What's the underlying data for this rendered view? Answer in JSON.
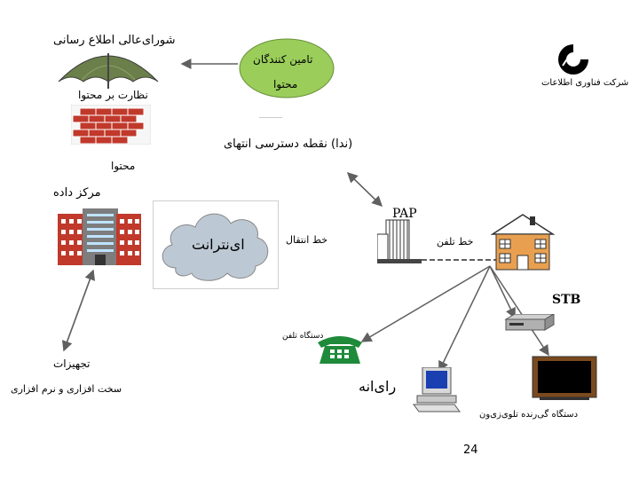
{
  "labels": {
    "high_council": "شورای‌عالی اطلاع رسانی",
    "providers": "تامین کنندگان",
    "content_circle": "محتوا",
    "supervision": "نظارت بر محتوا",
    "content_below_wall": "محتوا",
    "company": "شرکت فناوری اطلاعات",
    "neda": "(ندا) نقطه دسترسی انتهای",
    "data_center": "مرکز داده",
    "pap": "PAP",
    "internet": "ای‌نترانت",
    "transfer_line": "خط انتقال",
    "phone_line": "خط تلفن",
    "stb": "STB",
    "phone_device": "دستگاه تلفن",
    "equipment": "تجهیزات",
    "hw_sw": "سخت افزاری و نرم افزاری",
    "computer": "رای‌انه",
    "tv_receiver": "دستگاه گی‌رنده تلوی‌زی‌ون",
    "page_number": "24"
  },
  "colors": {
    "providers_fill": "#9acd5a",
    "cloud_fill": "#bcc8d4",
    "house_fill": "#e8a050",
    "brick": "#c0392b",
    "arrow": "#606060"
  }
}
